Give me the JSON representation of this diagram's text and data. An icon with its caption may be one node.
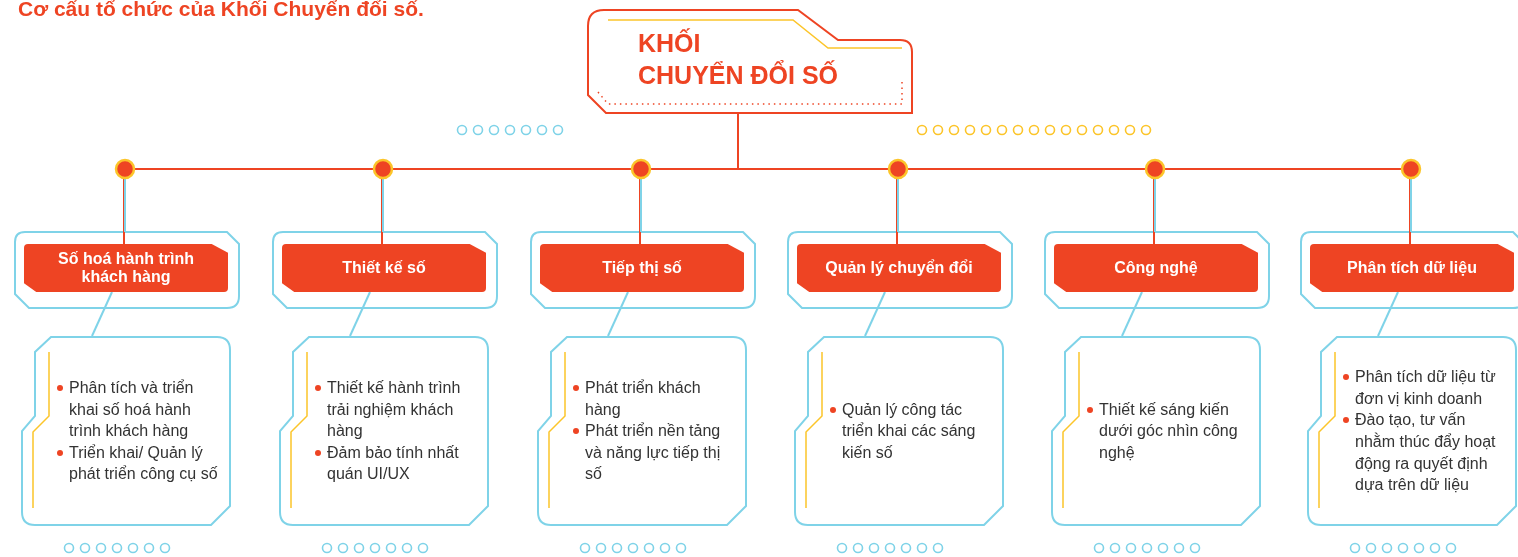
{
  "diagram": {
    "title": "Cơ cấu tổ chức của Khối Chuyển đổi số.",
    "nodes": [
      {
        "text": [
          "KHỐI CHUYỂN ĐỔI SỐ"
        ]
      },
      {
        "text": [
          "Số hoá hành trình khách hàng"
        ]
      },
      {
        "text": [
          "Phân tích và triển khai số hoá hành trình khách hàng",
          "Triển khai/ Quản lý phát triển công cụ số"
        ]
      },
      {
        "text": [
          "Thiết kế số"
        ]
      },
      {
        "text": [
          "Thiết kế hành trình trải nghiệm khách hàng",
          "Đảm bảo tính nhất quán UI/UX"
        ]
      },
      {
        "text": [
          "Tiếp thị số"
        ]
      },
      {
        "text": [
          "Phát triển khách hàng",
          "Phát triển nền tảng và năng lực tiếp thị số"
        ]
      },
      {
        "text": [
          "Quản lý chuyển đổi"
        ]
      },
      {
        "text": [
          "Quản lý công tác triển khai các sáng kiến số"
        ]
      },
      {
        "text": [
          "Công nghệ"
        ]
      },
      {
        "text": [
          "Thiết kế sáng kiến dưới góc nhìn công nghệ"
        ]
      },
      {
        "text": [
          "Phân tích dữ liệu"
        ]
      },
      {
        "text": [
          "Phân tích dữ liệu từ đơn vị kinh doanh",
          "Đào tạo, tư vấn nhằm thúc đẩy hoạt động ra quyết định dựa trên dữ liệu"
        ]
      }
    ],
    "edges": [
      {
        "from": 0,
        "to": 1,
        "arrow": "none"
      },
      {
        "from": 0,
        "to": 3,
        "arrow": "none"
      },
      {
        "from": 0,
        "to": 5,
        "arrow": "none"
      },
      {
        "from": 0,
        "to": 7,
        "arrow": "none"
      },
      {
        "from": 0,
        "to": 9,
        "arrow": "none"
      },
      {
        "from": 0,
        "to": 11,
        "arrow": "none"
      },
      {
        "from": 1,
        "to": 2,
        "arrow": "none",
        "color": "#7fd3e8"
      },
      {
        "from": 3,
        "to": 4,
        "arrow": "none",
        "color": "#7fd3e8"
      },
      {
        "from": 5,
        "to": 6,
        "arrow": "none",
        "color": "#7fd3e8"
      },
      {
        "from": 7,
        "to": 8,
        "arrow": "none",
        "color": "#7fd3e8"
      },
      {
        "from": 9,
        "to": 10,
        "arrow": "none",
        "color": "#7fd3e8"
      },
      {
        "from": 11,
        "to": 12,
        "arrow": "none",
        "color": "#7fd3e8"
      }
    ]
  }
}
